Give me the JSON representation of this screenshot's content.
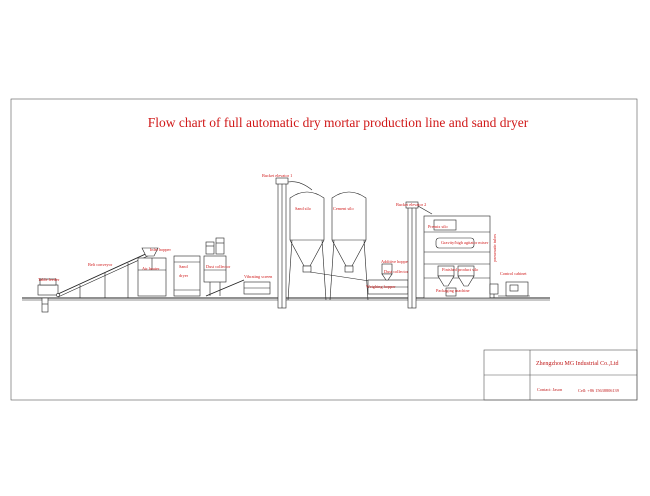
{
  "title": "Flow chart of full automatic dry mortar production line and sand dryer",
  "labels": {
    "table_feeder": "Table feeder",
    "belt_conveyor": "Belt conveyor",
    "inlet_hopper": "Inlet hopper",
    "air_heater": "Air heater",
    "sand": "Sand",
    "dryer": "dryer",
    "dust_collector_1": "Dust collector",
    "vibrating_screen": "Vibrating screen",
    "bucket_elevator_1": "Bucket elevator 1",
    "sand_silo": "Sand silo",
    "cement_silo": "Cement silo",
    "additive_hopper": "Additive hopper",
    "dust_collector_2": "Dust collector",
    "weighing_hopper": "Weighing hopper",
    "bucket_elevator_2": "Bucket elevator 2",
    "premix_silo": "Premix silo",
    "mixer": "Gravity/high agitator mixer",
    "finished_product_silo": "Finished product silo",
    "packaging_machine": "Packaging machine",
    "pneumatic": "pneumatic tubes",
    "control_cabinet": "Control cabinet"
  },
  "title_block": {
    "company": "Zhengzhou MG Industrial Co.,Ltd",
    "contact": "Contact: Jason",
    "cell": "Cell: +86 15638806139"
  }
}
